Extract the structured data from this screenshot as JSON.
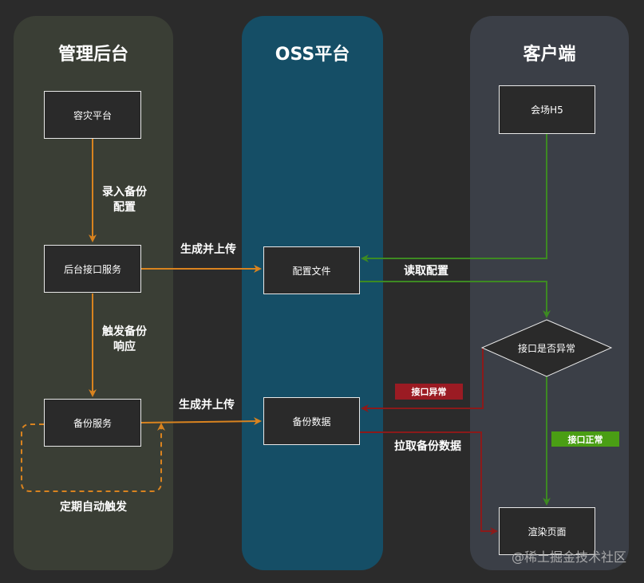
{
  "lanes": {
    "admin": {
      "title": "管理后台",
      "color": "#3a3e35"
    },
    "oss": {
      "title": "OSS平台",
      "color": "#154e66"
    },
    "client": {
      "title": "客户端",
      "color": "#3b3f47"
    }
  },
  "nodes": {
    "disaster_platform": "容灾平台",
    "backend_api": "后台接口服务",
    "backup_service": "备份服务",
    "config_file": "配置文件",
    "backup_data": "备份数据",
    "venue_h5": "会场H5",
    "api_check": "接口是否异常",
    "render_page": "渲染页面"
  },
  "labels": {
    "enter_backup": "录入备份\n配置",
    "trigger_backup": "触发备份\n响应",
    "gen_upload_1": "生成并上传",
    "gen_upload_2": "生成并上传",
    "read_config": "读取配置",
    "fetch_backup": "拉取备份数据",
    "scheduled_trigger": "定期自动触发"
  },
  "tags": {
    "api_error": {
      "text": "接口异常",
      "color": "#9b1b23"
    },
    "api_normal": {
      "text": "接口正常",
      "color": "#4a9e14"
    }
  },
  "edge_colors": {
    "orange": "#d9831f",
    "green": "#3d8a22",
    "red": "#8b1a1a"
  },
  "watermark": "@稀土掘金技术社区"
}
